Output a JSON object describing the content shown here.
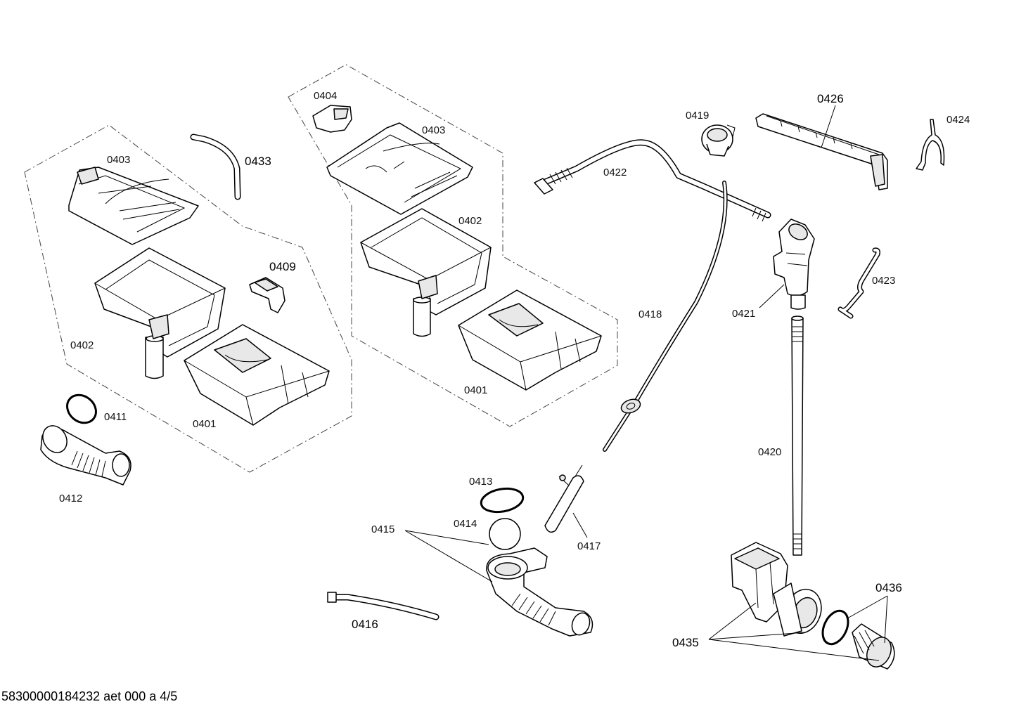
{
  "labels": [
    {
      "id": "p0404",
      "text": "0404"
    },
    {
      "id": "p0403a",
      "text": "0403"
    },
    {
      "id": "p0403b",
      "text": "0403"
    },
    {
      "id": "p0433",
      "text": "0433"
    },
    {
      "id": "p0402a",
      "text": "0402"
    },
    {
      "id": "p0402b",
      "text": "0402"
    },
    {
      "id": "p0409",
      "text": "0409"
    },
    {
      "id": "p0401a",
      "text": "0401"
    },
    {
      "id": "p0401b",
      "text": "0401"
    },
    {
      "id": "p0411",
      "text": "0411"
    },
    {
      "id": "p0412",
      "text": "0412"
    },
    {
      "id": "p0419",
      "text": "0419"
    },
    {
      "id": "p0426",
      "text": "0426"
    },
    {
      "id": "p0424",
      "text": "0424"
    },
    {
      "id": "p0422",
      "text": "0422"
    },
    {
      "id": "p0418",
      "text": "0418"
    },
    {
      "id": "p0421",
      "text": "0421"
    },
    {
      "id": "p0423",
      "text": "0423"
    },
    {
      "id": "p0420",
      "text": "0420"
    },
    {
      "id": "p0413",
      "text": "0413"
    },
    {
      "id": "p0414",
      "text": "0414"
    },
    {
      "id": "p0415",
      "text": "0415"
    },
    {
      "id": "p0417",
      "text": "0417"
    },
    {
      "id": "p0416",
      "text": "0416"
    },
    {
      "id": "p0435",
      "text": "0435"
    },
    {
      "id": "p0436",
      "text": "0436"
    }
  ],
  "footer": {
    "drawing_ref": "58300000184232 aet 000 a 4/5"
  }
}
